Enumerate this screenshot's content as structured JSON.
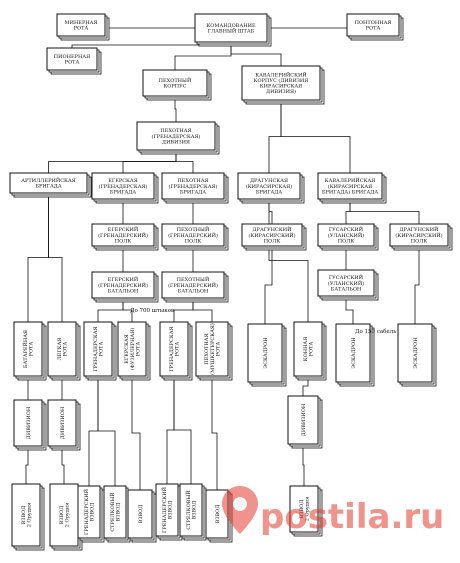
{
  "nodes": [
    {
      "id": "hq",
      "label": "КОМАНДОВАНИЕ\nГЛАВНЫЙ ШТАБ"
    },
    {
      "id": "guide",
      "label": "МИНЕРНАЯ\nРОТА"
    },
    {
      "id": "pontoon",
      "label": "ПОНТОННАЯ\nРОТА"
    },
    {
      "id": "pioneer",
      "label": "ПИОНЕРНАЯ\nРОТА"
    },
    {
      "id": "infcorps",
      "label": "ПЕХОТНЫЙ\nКОРПУС"
    },
    {
      "id": "cavcorps",
      "label": "КАВАЛЕРИЙСКИЙ\nКОРПУС (ДИВИЗИЯ\nКИРАСИРСКАЯ\nДИВИЗИЯ)"
    },
    {
      "id": "infdiv",
      "label": "ПЕХОТНАЯ\n(ГРЕНАДЕРСКАЯ)\nДИВИЗИЯ"
    },
    {
      "id": "artbrig",
      "label": "АРТИЛЛЕРИЙСКАЯ\nБРИГАДА"
    },
    {
      "id": "jagbrig",
      "label": "ЕГЕРСКАЯ\n(ГРЕНАДЕРСКАЯ)\nБРИГАДА"
    },
    {
      "id": "infbrig",
      "label": "ПЕХОТНАЯ\n(ГРЕНАДЕРСКАЯ)\nБРИГАДА"
    },
    {
      "id": "dragbrig",
      "label": "ДРАГУНСКАЯ\n(КИРАСИРСКАЯ)\nБРИГАДА"
    },
    {
      "id": "cavbrig",
      "label": "КАВАЛЕРИЙСКАЯ\n(КИРАСИРСКАЯ\nБРИГАДА) БРИГАДА"
    },
    {
      "id": "jagreg",
      "label": "ЕГЕРСКИЙ\n(ГРЕНАДЕРСКИЙ)\nПОЛК"
    },
    {
      "id": "infreg",
      "label": "ПЕХОТНЫЙ\n(ГРЕНАДЕРСКИЙ)\nПОЛК"
    },
    {
      "id": "dragreg",
      "label": "ДРАГУНСКИЙ\n(КИРАСИРСКИЙ)\nПОЛК"
    },
    {
      "id": "hussreg",
      "label": "ГУСАРСКИЙ\n(УЛАНСКИЙ)\nПОЛК"
    },
    {
      "id": "dragreg2",
      "label": "ДРАГУНСКИЙ\n(КИРАСИРСКИЙ)\nПОЛК"
    },
    {
      "id": "jagbat",
      "label": "ЕГЕРСКИЙ\n(ГРЕНАДЕРСКИЙ)\nБАТАЛЬОН"
    },
    {
      "id": "infbat",
      "label": "ПЕХОТНЫЙ\n(ГРЕНАДЕРСКИЙ)\nБАТАЛЬОН"
    },
    {
      "id": "hussbat",
      "label": "ГУСАРСКИЙ\n(УЛАНСКИЙ)\nБАТАЛЬОН"
    },
    {
      "id": "batrota",
      "label": "БАТАРЕЙНАЯ\nРОТА"
    },
    {
      "id": "lightrota",
      "label": "ЛЕГКАЯ\nРОТА"
    },
    {
      "id": "grenrota",
      "label": "ГРЕНАДЕРСКАЯ\nРОТА"
    },
    {
      "id": "jagrota",
      "label": "ЕГЕРСКАЯ\n(ФУЗИЛЕРНАЯ)\nРОТА"
    },
    {
      "id": "grenrota2",
      "label": "ГРЕНАДЕРСКАЯ\nРОТА"
    },
    {
      "id": "infrota",
      "label": "ПЕХОТНАЯ\n(МУШКЕТЕРСКАЯ)\nРОТА"
    },
    {
      "id": "esq1",
      "label": "ЭСКАДРОН"
    },
    {
      "id": "horserota",
      "label": "КОННАЯ\nРОТА"
    },
    {
      "id": "esq2",
      "label": "ЭСКАДРОН"
    },
    {
      "id": "esq3",
      "label": "ЭСКАДРОН"
    },
    {
      "id": "div1",
      "label": "ДИВИЗИОН"
    },
    {
      "id": "div2",
      "label": "ДИВИЗИОН"
    },
    {
      "id": "div3",
      "label": "ДИВИЗИОН"
    },
    {
      "id": "vz1",
      "label": "ВЗВОД\n2 Орудия"
    },
    {
      "id": "vz2",
      "label": "ВЗВОД\n2 Орудия"
    },
    {
      "id": "vz3",
      "label": "ГРЕНАДЕРСКИЙ\nВЗВОД"
    },
    {
      "id": "vz4",
      "label": "СТРЕЛКОВЫЙ\nВЗВОД"
    },
    {
      "id": "vz5",
      "label": "ВЗВОД"
    },
    {
      "id": "vz6",
      "label": "ГРЕНАДЕРСКИЙ\nВЗВОД"
    },
    {
      "id": "vz7",
      "label": "СТРЕЛКОВЫЙ\nВЗВОД"
    },
    {
      "id": "vz8",
      "label": "ВЗВОД"
    },
    {
      "id": "vz9",
      "label": "ВЗВОД\n2 Орудия"
    }
  ],
  "annotations": {
    "infantry_note": "До 700 штыков",
    "cavalry_note": "До 150 сабель"
  },
  "watermark": {
    "text": "postila.ru",
    "color": "#e23b2e"
  }
}
